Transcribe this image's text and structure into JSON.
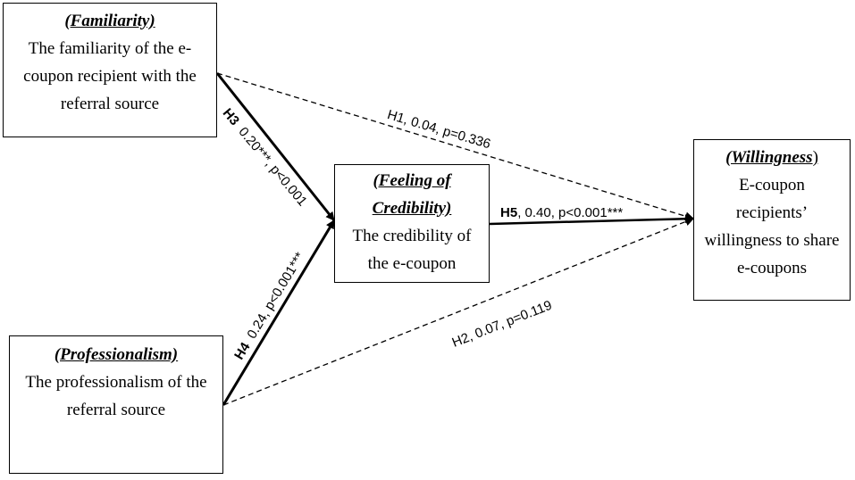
{
  "nodes": {
    "familiarity": {
      "title": "(Familiarity)",
      "lines": [
        "The familiarity of the e-",
        "coupon recipient with the",
        "referral source"
      ]
    },
    "professionalism": {
      "title": "(Professionalism)",
      "lines": [
        "The professionalism of the",
        "referral source"
      ]
    },
    "credibility": {
      "title_lines": [
        "(Feeling of",
        "Credibility)"
      ],
      "lines": [
        "The credibility of",
        "the e-coupon"
      ]
    },
    "willingness": {
      "title_main": "(Willingness",
      "title_end": ")",
      "lines": [
        "E-coupon",
        "recipients’",
        "willingness to share",
        "e-coupons"
      ]
    }
  },
  "edges": {
    "h1": {
      "label": "H1, 0.04, p=0.336",
      "style": "dashed"
    },
    "h2": {
      "label": "H2, 0.07, p=0.119",
      "style": "dashed"
    },
    "h3": {
      "hyp": "H3",
      "label": "0.20***, p<0.001",
      "style": "solid"
    },
    "h4": {
      "hyp": "H4",
      "label": "0.24, p<0.001***",
      "style": "solid"
    },
    "h5": {
      "hyp": "H5",
      "label": ", 0.40, p<0.001***",
      "style": "solid"
    }
  }
}
